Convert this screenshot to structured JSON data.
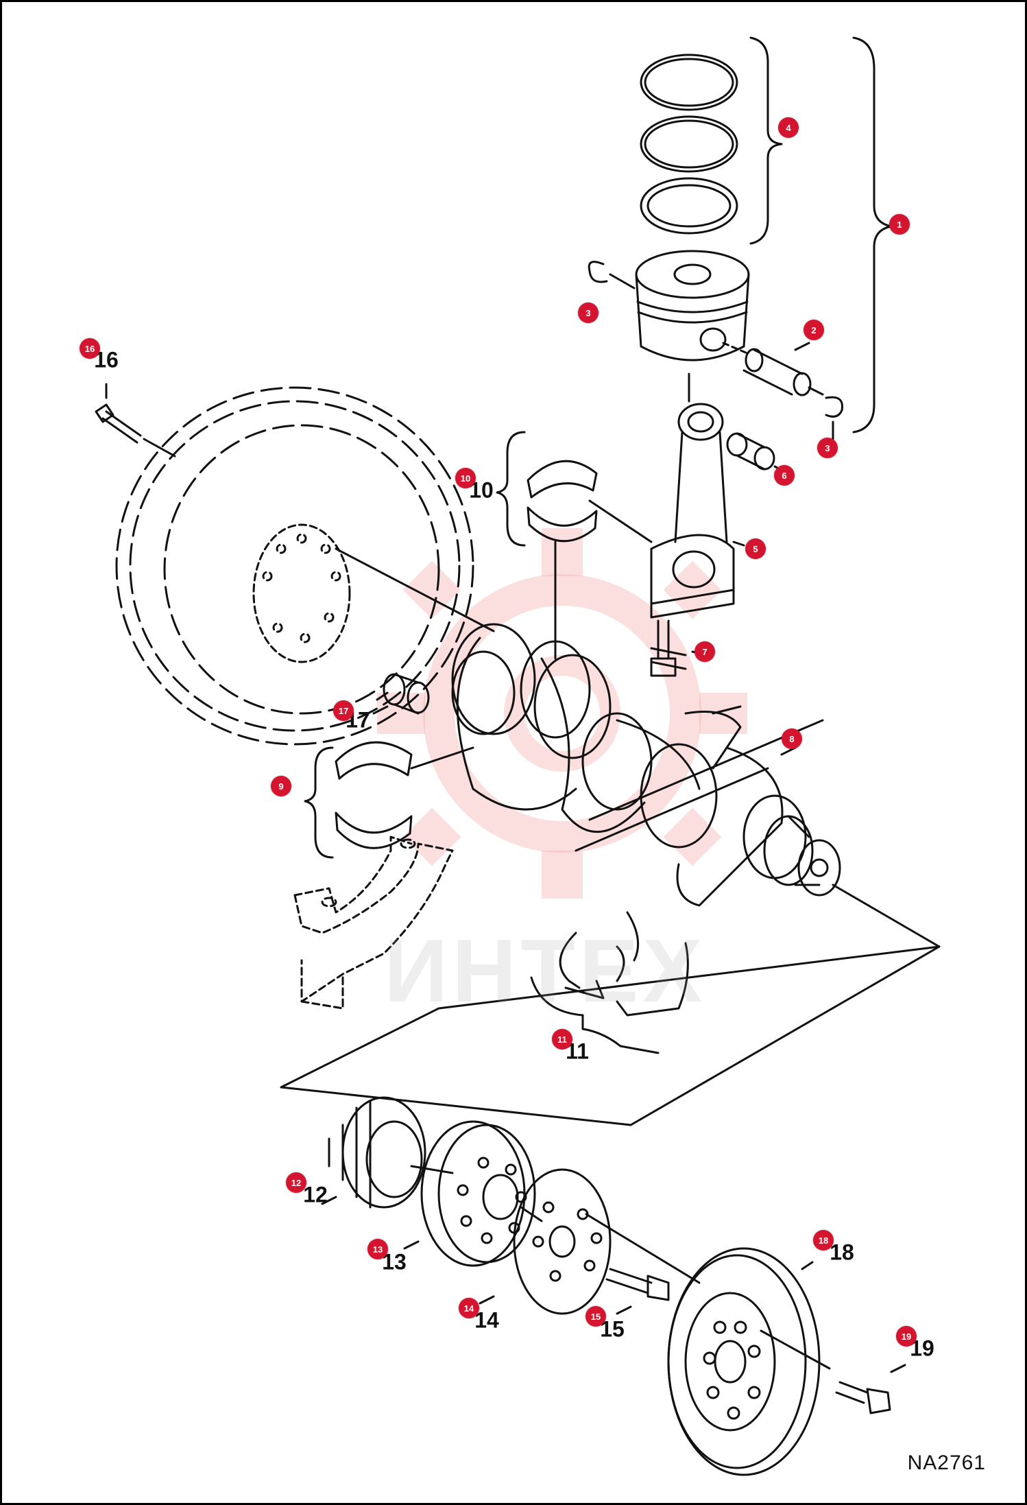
{
  "diagram": {
    "reference_code": "NA2761",
    "watermark_text": "ИНТЕХ",
    "colors": {
      "callout": "#d5152f",
      "line": "#111111",
      "watermark": "#f4a3a3"
    },
    "callouts": [
      "1",
      "2",
      "3",
      "3",
      "4",
      "5",
      "6",
      "7",
      "8",
      "9",
      "10",
      "11",
      "12",
      "13",
      "14",
      "15",
      "16",
      "17",
      "18",
      "19"
    ]
  }
}
